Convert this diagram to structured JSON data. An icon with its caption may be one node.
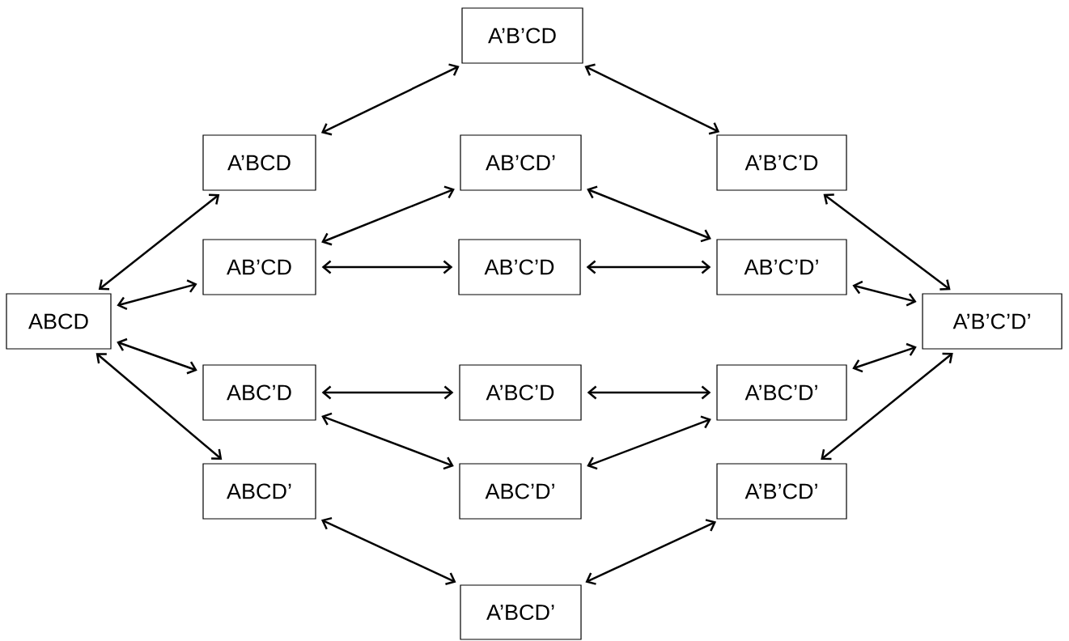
{
  "diagram": {
    "nodes": [
      {
        "text": [
          "A’B’CD"
        ]
      },
      {
        "text": [
          "A’BCD"
        ]
      },
      {
        "text": [
          "AB’CD’"
        ]
      },
      {
        "text": [
          "A’B’C’D"
        ]
      },
      {
        "text": [
          "AB’CD"
        ]
      },
      {
        "text": [
          "AB’C’D"
        ]
      },
      {
        "text": [
          "AB’C’D’"
        ]
      },
      {
        "text": [
          "ABCD"
        ]
      },
      {
        "text": [
          "A’B’C’D’"
        ]
      },
      {
        "text": [
          "ABC’D"
        ]
      },
      {
        "text": [
          "A’BC’D"
        ]
      },
      {
        "text": [
          "A’BC’D’"
        ]
      },
      {
        "text": [
          "ABCD’"
        ]
      },
      {
        "text": [
          "ABC’D’"
        ]
      },
      {
        "text": [
          "A’B’CD’"
        ]
      },
      {
        "text": [
          "A’BCD’"
        ]
      }
    ],
    "edges": [
      {
        "from": 1,
        "to": 0,
        "arrow": "both"
      },
      {
        "from": 0,
        "to": 3,
        "arrow": "both"
      },
      {
        "from": 7,
        "to": 1,
        "arrow": "both"
      },
      {
        "from": 4,
        "to": 2,
        "arrow": "both"
      },
      {
        "from": 2,
        "to": 6,
        "arrow": "both"
      },
      {
        "from": 7,
        "to": 4,
        "arrow": "both"
      },
      {
        "from": 4,
        "to": 5,
        "arrow": "both"
      },
      {
        "from": 5,
        "to": 6,
        "arrow": "both"
      },
      {
        "from": 3,
        "to": 8,
        "arrow": "both"
      },
      {
        "from": 6,
        "to": 8,
        "arrow": "both"
      },
      {
        "from": 7,
        "to": 9,
        "arrow": "both"
      },
      {
        "from": 9,
        "to": 10,
        "arrow": "both"
      },
      {
        "from": 10,
        "to": 11,
        "arrow": "both"
      },
      {
        "from": 11,
        "to": 8,
        "arrow": "both"
      },
      {
        "from": 7,
        "to": 12,
        "arrow": "both"
      },
      {
        "from": 9,
        "to": 13,
        "arrow": "both"
      },
      {
        "from": 13,
        "to": 11,
        "arrow": "both"
      },
      {
        "from": 14,
        "to": 8,
        "arrow": "both"
      },
      {
        "from": 12,
        "to": 15,
        "arrow": "both"
      },
      {
        "from": 15,
        "to": 14,
        "arrow": "both"
      }
    ]
  }
}
